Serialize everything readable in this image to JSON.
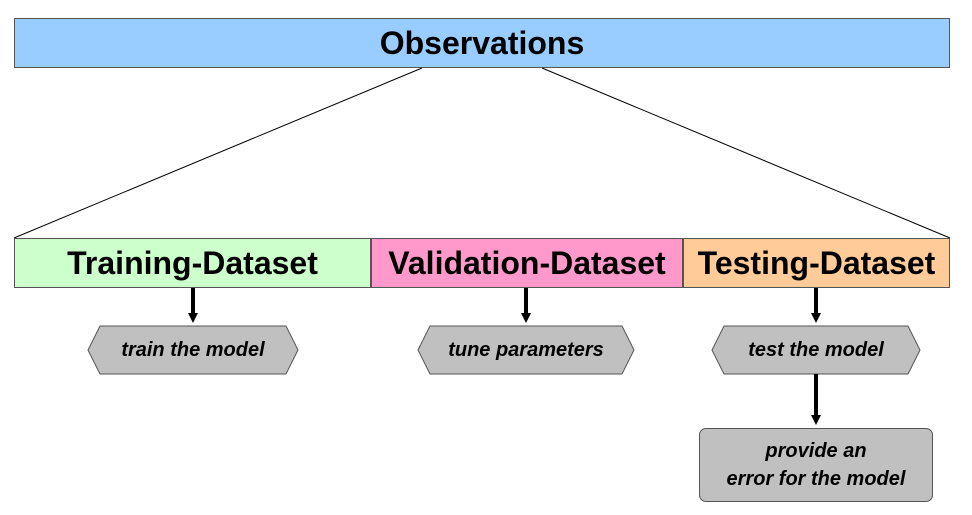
{
  "diagram": {
    "top": {
      "label": "Observations",
      "color": "#99ccff"
    },
    "datasets": [
      {
        "label": "Training-Dataset",
        "color": "#ccffcc"
      },
      {
        "label": "Validation-Dataset",
        "color": "#ff99cc"
      },
      {
        "label": "Testing-Dataset",
        "color": "#ffcc99"
      }
    ],
    "steps": [
      {
        "label": "train the model"
      },
      {
        "label": "tune parameters"
      },
      {
        "label": "test the model"
      }
    ],
    "final": {
      "line1": "provide an",
      "line2": "error for the model"
    },
    "step_color": "#c0c0c0"
  }
}
